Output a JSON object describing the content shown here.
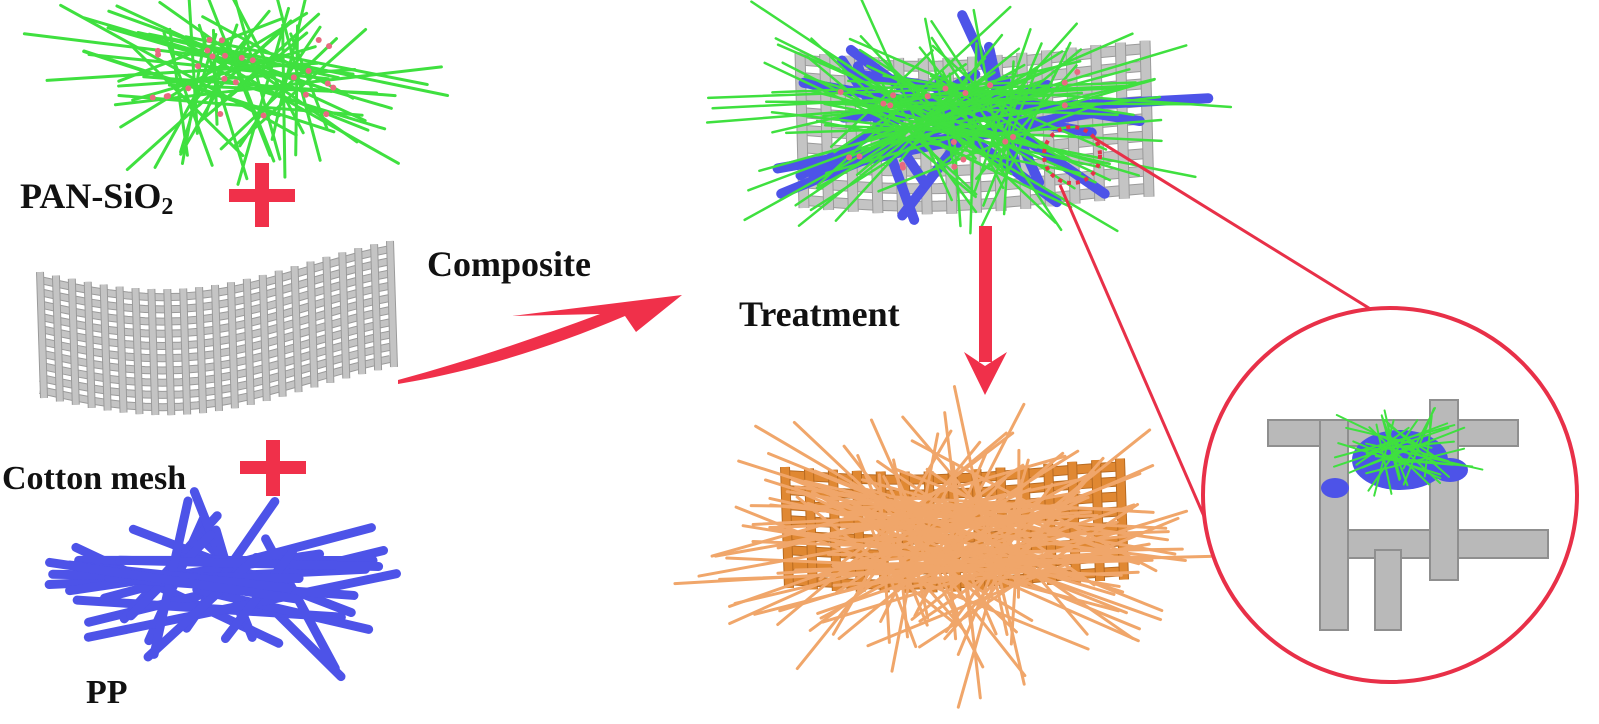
{
  "labels": {
    "pan": "PAN-SiO",
    "pan_sub": "2",
    "cotton": "Cotton mesh",
    "pp": "PP",
    "composite": "Composite",
    "treatment": "Treatment"
  },
  "colors": {
    "pan_fiber": "#3fe03f",
    "silica_dot": "#e86a80",
    "cotton_mesh": "#c4c4c4",
    "cotton_mesh_edge": "#9a9a9a",
    "pp_fiber": "#4d53e8",
    "arrow": "#f0304a",
    "treated_fiber": "#f0a66a",
    "treated_mesh": "#e08832",
    "zoom_circle": "#e83048"
  },
  "icons": {
    "plus": "plus-sign",
    "curved_arrow": "curved-arrow",
    "down_arrow": "down-arrow"
  }
}
